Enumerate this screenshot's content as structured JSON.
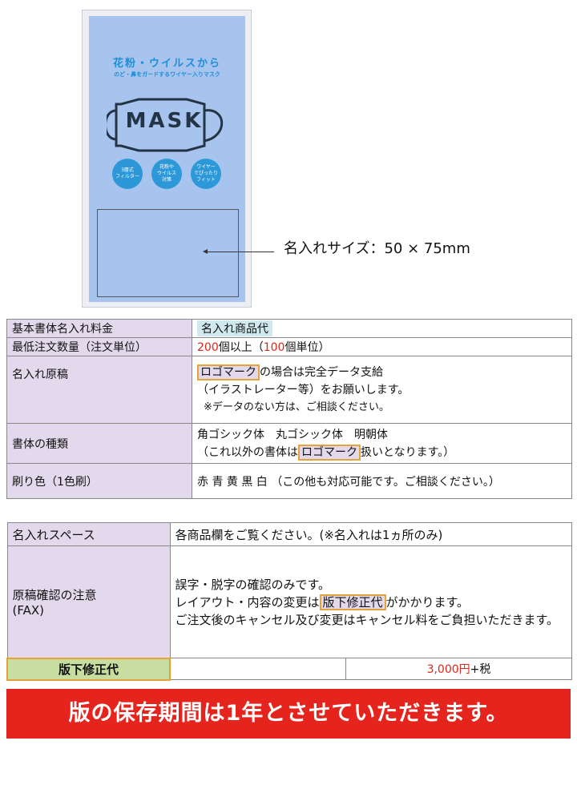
{
  "package": {
    "title": "花粉・ウイルスから",
    "subtitle": "のど・鼻をガードするワイヤー入りマスク",
    "mask_word": "MASK",
    "badges": [
      "3層式\nフィルター",
      "花粉や\nウイルス\n対策",
      "ワイヤー\nでぴったり\nフィット"
    ]
  },
  "print_size_label": "名入れサイズ：50 × 75mm",
  "table1": {
    "rows": [
      {
        "label": "基本書体名入れ料金",
        "value": "名入れ商品代"
      },
      {
        "label": "最低注文数量（注文単位）",
        "value_parts": [
          "200",
          "個以上（",
          "100",
          "個単位）"
        ]
      },
      {
        "label": "名入れ原稿",
        "lines": {
          "hl": "ロゴマーク",
          "l1_rest": "の場合は完全データ支給",
          "l2": "（イラストレーター等）をお願いします。",
          "l3": "※データのない方は、ご相談ください。"
        }
      },
      {
        "label": "書体の種類",
        "lines": {
          "l1": "角ゴシック体　丸ゴシック体　明朝体",
          "l2_pre": "（これ以外の書体は",
          "hl": "ロゴマーク",
          "l2_post": "扱いとなります。）"
        }
      },
      {
        "label": "刷り色（1色刷）",
        "value": "赤 青 黄 黒 白 （この他も対応可能です。ご相談ください。）"
      }
    ]
  },
  "table2": {
    "rows": [
      {
        "label": "名入れスペース",
        "value": "各商品欄をご覧ください。(※名入れは1ヵ所のみ)"
      },
      {
        "label": "原稿確認の注意\n(FAX)",
        "lines": {
          "l1": "誤字・脱字の確認のみです。",
          "l2_pre": "レイアウト・内容の変更は",
          "hl": "版下修正代",
          "l2_post": "がかかります。",
          "l3": "ご注文後のキャンセル及び変更はキャンセル料をご負担いただきます。"
        }
      },
      {
        "label": "版下修正代",
        "price": "3,000円",
        "tax": "+税"
      }
    ]
  },
  "banner": "版の保存期間は1年とさせていただきます。"
}
